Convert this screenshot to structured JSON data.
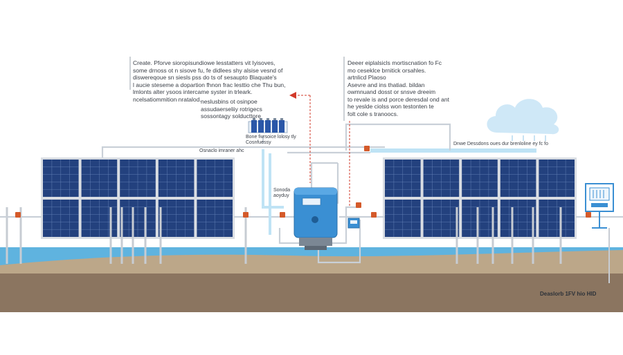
{
  "colors": {
    "panel": "#23417e",
    "panel_grid": "#6f8cc0",
    "frame": "#d9dde3",
    "water": "#5fb3df",
    "sand": "#bca789",
    "soil": "#8b7560",
    "pipe": "#c9d0d8",
    "flow": "#bfe3f5",
    "valve": "#d45a2a",
    "signal": "#d23a2a",
    "controller": "#3a8fd3",
    "cloud": "#cfe8f7"
  },
  "annotations": {
    "top_left_note": "Create. Pforve sioropisundiowe lesstatters vit Iyisoves,\nsome drnoss ot n sisove fu, fe didlees shy alsise vesnd of\ndiswereqoue sn siesls pss do ts of sesaupto Blaquate's\nl aucie steseme a dopartion fhnon frac lesttio che Thu bun,\nlmlonts alter ysoos intercame syster in trleark.\nncelsatiommition nratalod.",
    "top_right_note": "Deeer eiplalsicls mortiscnation fo Fc\nmo ceseklce brnitick orsahles.\nartnlicd Plaoso\nAsevre and ins thatiad. bildan\nowmnuand dosst or snsve dreeim\nto revale is and porce deresdal ond ant\nhe yeslde ciolss won testonten te\nfolt cole s tranoocs.",
    "battery_label": "neslusbins ot osinpoe\nassudaerseliiy rotrigecs\nsossontagy solducttore",
    "battery_caption": "Bone fivrsoice lolosy tly\nCosnfuessy",
    "conduit_label": "Osnaclo imraner ahc",
    "controller_label": "Sonoda\naoyduy",
    "cloud_label": "Dnwe Dessdons oues dur brenloline ey fc fo",
    "corner_label": "Deaslorb 1FV hio HID"
  }
}
